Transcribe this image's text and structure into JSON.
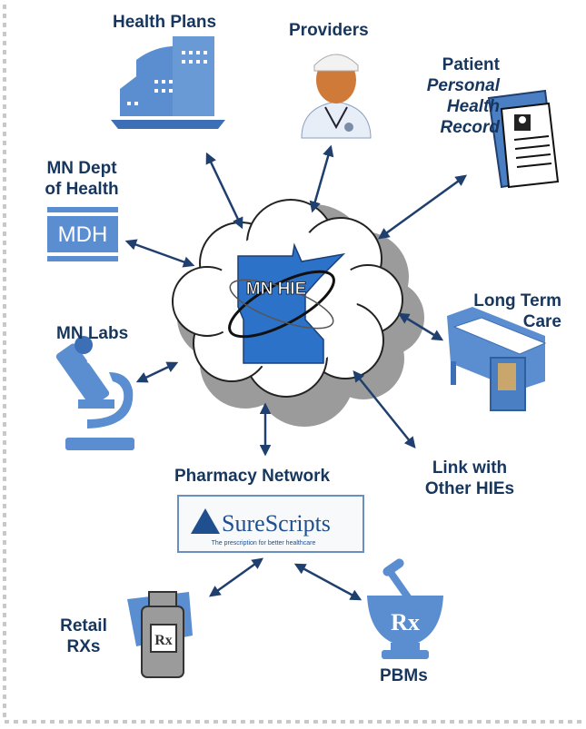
{
  "labels": {
    "health_plans": "Health Plans",
    "providers": "Providers",
    "patient": "Patient",
    "personal": "Personal",
    "health": "Health",
    "record": "Record",
    "mn_dept_line1": "MN Dept",
    "mn_dept_line2": "of Health",
    "mdh": "MDH",
    "mn_hie": "MN HIE",
    "long_term_line1": "Long Term",
    "long_term_line2": "Care",
    "mn_labs": "MN Labs",
    "link_line1": "Link with",
    "link_line2": "Other HIEs",
    "pharmacy_network": "Pharmacy Network",
    "surescripts": "SureScripts",
    "surescripts_tagline": "The prescription for better healthcare",
    "retail_line1": "Retail",
    "retail_line2": "RXs",
    "pbms": "PBMs",
    "rx": "Rx"
  },
  "colors": {
    "label": "#17365d",
    "icon_blue": "#4f87c7",
    "icon_dark": "#2f5f9e",
    "arrow": "#1f3f6e",
    "border_dash": "#c8c8c8"
  }
}
